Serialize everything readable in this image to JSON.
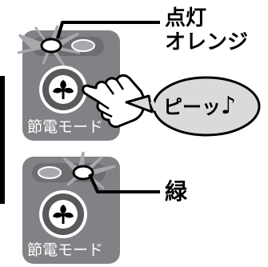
{
  "callouts": {
    "top_line1": "点灯",
    "top_line2": "オレンジ",
    "bottom": "緑"
  },
  "panels": [
    {
      "label": "節電モード",
      "lit_lamp": "left",
      "lit_color": "orange"
    },
    {
      "label": "節電モード",
      "lit_lamp": "right",
      "lit_color": "green"
    }
  ],
  "beep": {
    "text": "ピーッ",
    "symbol": "♪"
  },
  "icons": {
    "button_icon": "leaf-icon",
    "finger": "hand-pointing-icon",
    "sound": "speech-bubble-icon"
  },
  "colors": {
    "panel": "#808285",
    "panel_dark": "#6d6e71",
    "button": "#58595b",
    "lamp_lit": "#ffffff",
    "lamp_off": "#a7a9ac",
    "rays": "#a7a9ac",
    "bubble_fill": "#d9dadb",
    "text": "#000000"
  }
}
